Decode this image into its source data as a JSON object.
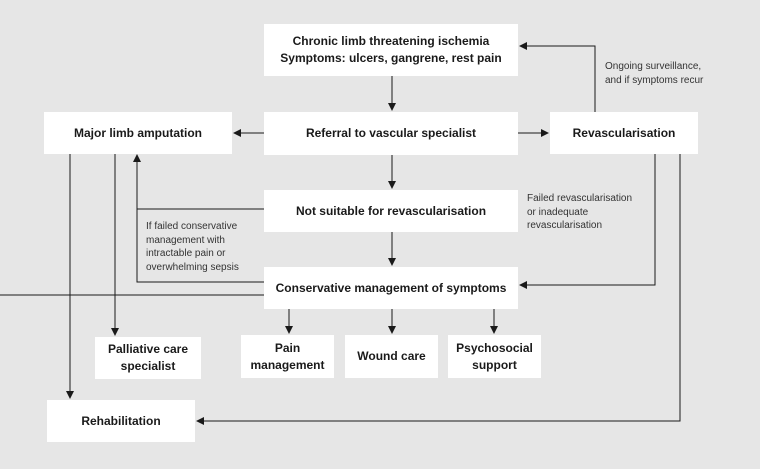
{
  "boxes": {
    "clti_line1": "Chronic limb threatening ischemia",
    "clti_line2": "Symptoms: ulcers, gangrene, rest pain",
    "major_amputation": "Major limb amputation",
    "referral": "Referral to vascular specialist",
    "revascularisation": "Revascularisation",
    "not_suitable": "Not suitable for revascularisation",
    "conservative": "Conservative management of symptoms",
    "palliative_line1": "Palliative care",
    "palliative_line2": "specialist",
    "pain_line1": "Pain",
    "pain_line2": "management",
    "wound_care": "Wound care",
    "psychosocial_line1": "Psychosocial",
    "psychosocial_line2": "support",
    "rehabilitation": "Rehabilitation"
  },
  "notes": {
    "surveillance_line1": "Ongoing surveillance,",
    "surveillance_line2": "and if symptoms recur",
    "failed_revasc_line1": "Failed revascularisation",
    "failed_revasc_line2": "or inadequate",
    "failed_revasc_line3": "revascularisation",
    "failed_conservative_line1": "If failed conservative",
    "failed_conservative_line2": "management with",
    "failed_conservative_line3": "intractable pain or",
    "failed_conservative_line4": "overwhelming sepsis"
  },
  "colors": {
    "background": "#e6e6e6",
    "box": "#ffffff",
    "line": "#1a1a1a"
  }
}
